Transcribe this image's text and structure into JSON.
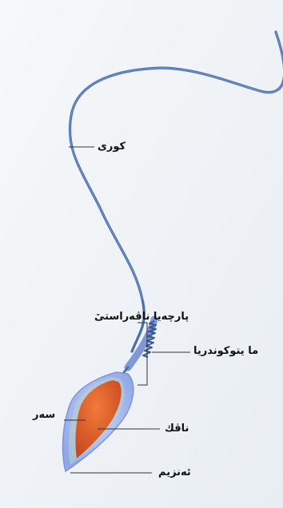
{
  "labels": {
    "tail": "كوری",
    "midpiece": "پارچەیا ناڤەراستیٚ",
    "mitochondria": "ما يتوكوندريا",
    "head": "سەر",
    "nucleus": "ناڤك",
    "acrosome": "ئەنزیم"
  },
  "colors": {
    "tail": "#4a6fae",
    "head_outer": "#a9b8ec",
    "nucleus": "#e0602e",
    "mitochondria": "#3d5590"
  }
}
